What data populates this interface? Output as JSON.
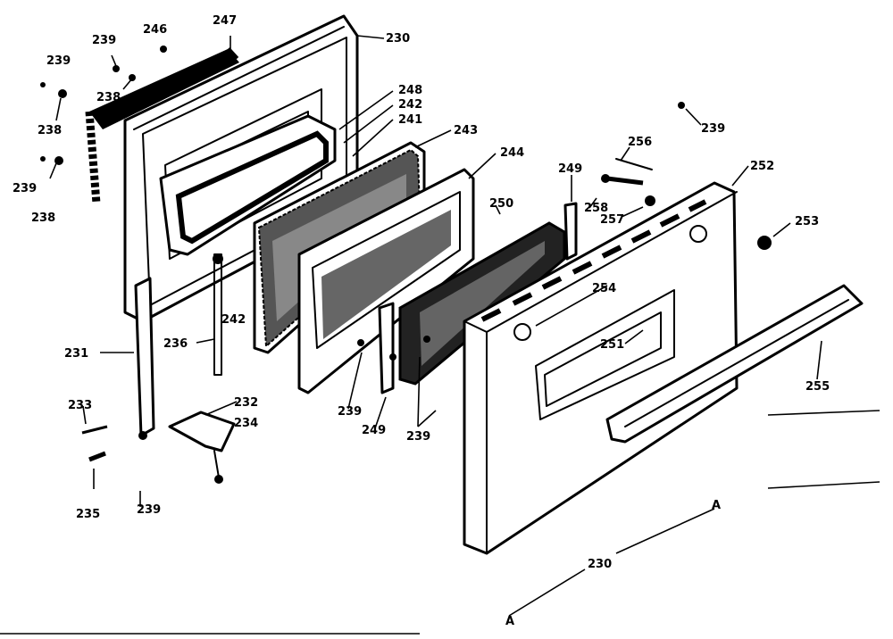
{
  "callouts": {
    "c230_top": "230",
    "c239_a": "239",
    "c246": "246",
    "c247": "247",
    "c239_b": "239",
    "c238_a": "238",
    "c238_b": "238",
    "c239_c": "239",
    "c238_c": "238",
    "c248": "248",
    "c242": "242",
    "c241": "241",
    "c243": "243",
    "c244": "244",
    "c250": "250",
    "c249_top": "249",
    "c256": "256",
    "c239_tr": "239",
    "c252": "252",
    "c258": "258",
    "c257": "257",
    "c253": "253",
    "c254": "254",
    "c251": "251",
    "c255": "255",
    "c242_b": "242",
    "c236": "236",
    "c231": "231",
    "c233": "233",
    "c232": "232",
    "c234": "234",
    "c239_mid": "239",
    "c249_bot": "249",
    "c239_mid2": "239",
    "c235": "235",
    "c239_bot": "239",
    "c230_bot": "230",
    "a_top": "A",
    "a_bot": "A"
  }
}
